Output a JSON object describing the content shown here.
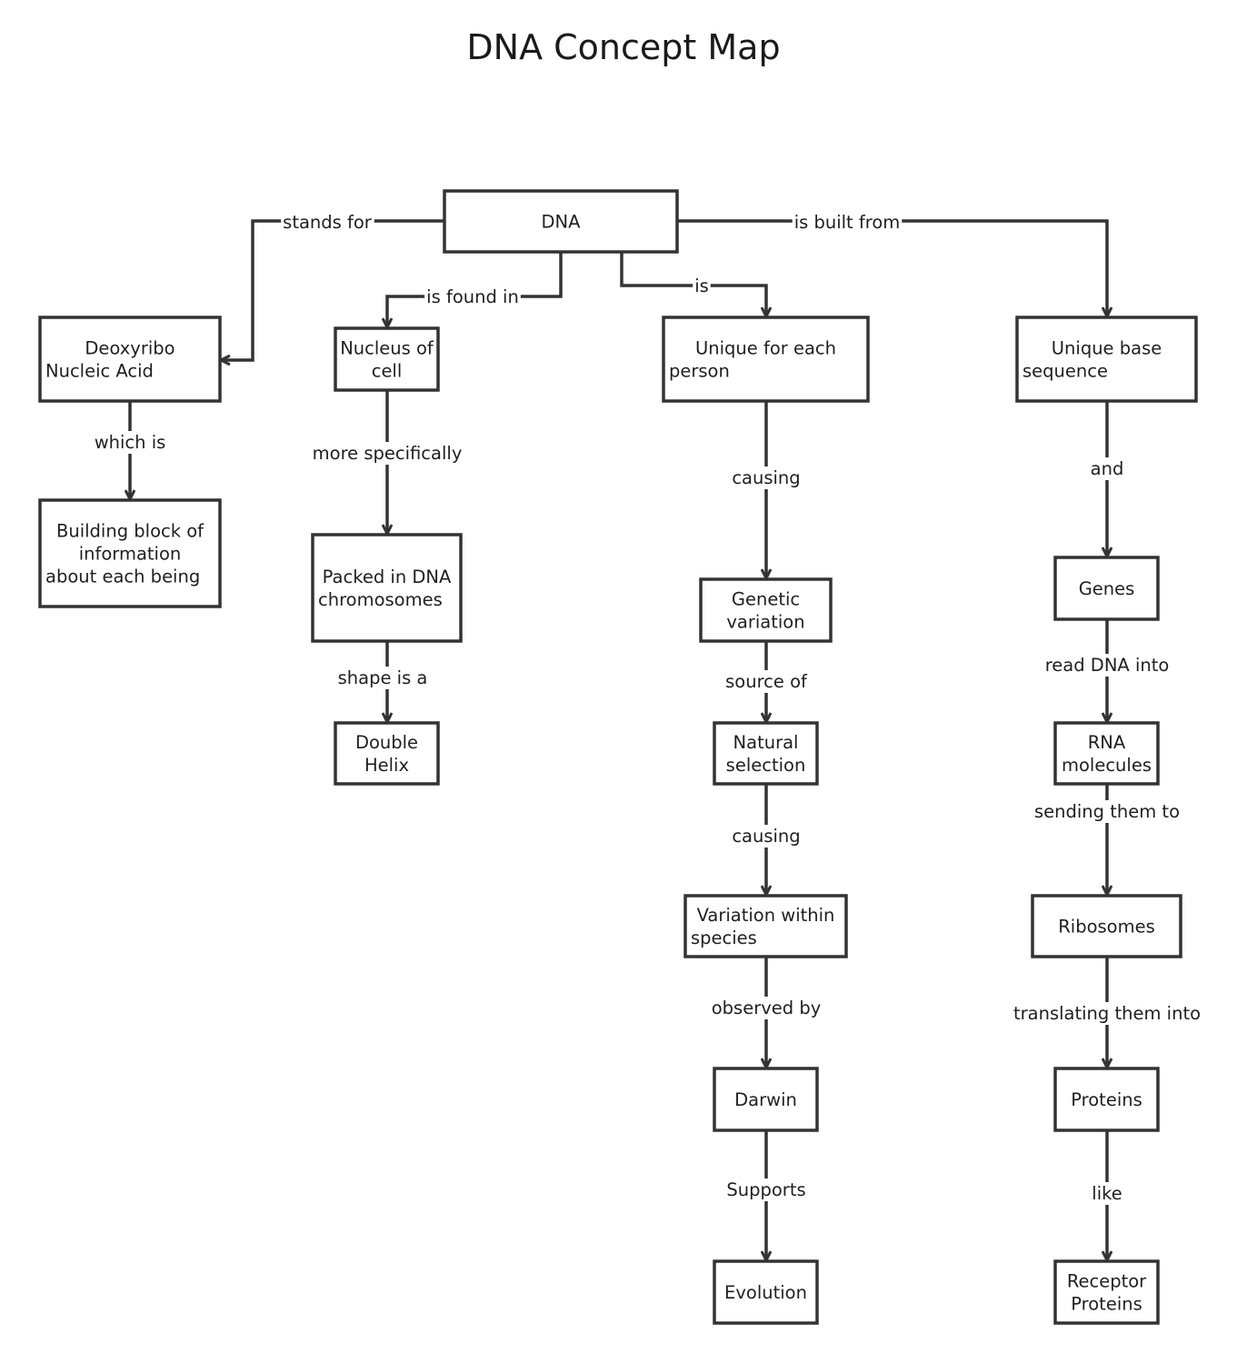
{
  "title": "DNA Concept Map",
  "colors": {
    "stroke": "#333333",
    "text": "#1f1f1f",
    "background": "#ffffff"
  },
  "nodes": [
    {
      "id": "dna",
      "lines": [
        "DNA"
      ]
    },
    {
      "id": "deoxyribo",
      "lines": [
        "Deoxyribo",
        "Nucleic Acid"
      ]
    },
    {
      "id": "nucleus",
      "lines": [
        "Nucleus of",
        "cell"
      ]
    },
    {
      "id": "unique-person",
      "lines": [
        "Unique for each",
        "person"
      ]
    },
    {
      "id": "unique-base",
      "lines": [
        "Unique base",
        "sequence"
      ]
    },
    {
      "id": "building-block",
      "lines": [
        "Building block of",
        "information",
        "about each being"
      ]
    },
    {
      "id": "packed",
      "lines": [
        "Packed in DNA",
        "chromosomes"
      ]
    },
    {
      "id": "double-helix",
      "lines": [
        "Double",
        "Helix"
      ]
    },
    {
      "id": "genetic-variation",
      "lines": [
        "Genetic",
        "variation"
      ]
    },
    {
      "id": "natural-selection",
      "lines": [
        "Natural",
        "selection"
      ]
    },
    {
      "id": "variation-species",
      "lines": [
        "Variation within",
        "species"
      ]
    },
    {
      "id": "darwin",
      "lines": [
        "Darwin"
      ]
    },
    {
      "id": "evolution",
      "lines": [
        "Evolution"
      ]
    },
    {
      "id": "genes",
      "lines": [
        "Genes"
      ]
    },
    {
      "id": "rna",
      "lines": [
        "RNA",
        "molecules"
      ]
    },
    {
      "id": "ribosomes",
      "lines": [
        "Ribosomes"
      ]
    },
    {
      "id": "proteins",
      "lines": [
        "Proteins"
      ]
    },
    {
      "id": "receptor-proteins",
      "lines": [
        "Receptor",
        "Proteins"
      ]
    }
  ],
  "edges": [
    {
      "from": "dna",
      "to": "deoxyribo",
      "label": "stands for"
    },
    {
      "from": "dna",
      "to": "nucleus",
      "label": "is found in"
    },
    {
      "from": "dna",
      "to": "unique-person",
      "label": "is"
    },
    {
      "from": "dna",
      "to": "unique-base",
      "label": "is built from"
    },
    {
      "from": "deoxyribo",
      "to": "building-block",
      "label": "which is"
    },
    {
      "from": "nucleus",
      "to": "packed",
      "label": "more specifically"
    },
    {
      "from": "packed",
      "to": "double-helix",
      "label": "shape is a"
    },
    {
      "from": "unique-person",
      "to": "genetic-variation",
      "label": "causing"
    },
    {
      "from": "genetic-variation",
      "to": "natural-selection",
      "label": "source of"
    },
    {
      "from": "natural-selection",
      "to": "variation-species",
      "label": "causing"
    },
    {
      "from": "variation-species",
      "to": "darwin",
      "label": "observed by"
    },
    {
      "from": "darwin",
      "to": "evolution",
      "label": "Supports"
    },
    {
      "from": "unique-base",
      "to": "genes",
      "label": "and"
    },
    {
      "from": "genes",
      "to": "rna",
      "label": "read DNA into"
    },
    {
      "from": "rna",
      "to": "ribosomes",
      "label": "sending them to"
    },
    {
      "from": "ribosomes",
      "to": "proteins",
      "label": "translating them into"
    },
    {
      "from": "proteins",
      "to": "receptor-proteins",
      "label": "like"
    }
  ]
}
